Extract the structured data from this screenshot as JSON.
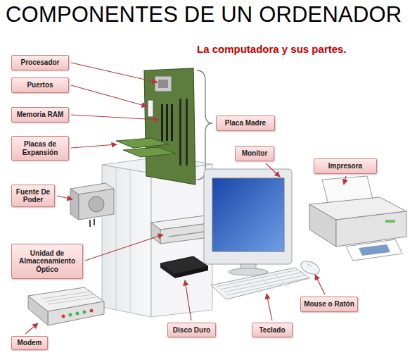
{
  "diagram": {
    "title": "COMPONENTES DE UN ORDENADOR",
    "nodes": [
      {
        "text": [
          "Procesador"
        ]
      },
      {
        "text": [
          "Puertos"
        ]
      },
      {
        "text": [
          "Memoria RAM"
        ]
      },
      {
        "text": [
          "Placas de Expansión"
        ]
      },
      {
        "text": [
          "Placa Madre"
        ]
      },
      {
        "text": [
          "Monitor"
        ]
      },
      {
        "text": [
          "Impresora"
        ]
      },
      {
        "text": [
          "Fuente De Poder"
        ]
      },
      {
        "text": [
          "Unidad de Almacenamiento Óptico"
        ]
      },
      {
        "text": [
          "Mouse o Ratón"
        ]
      },
      {
        "text": [
          "Modem"
        ]
      },
      {
        "text": [
          "Disco Duro"
        ]
      },
      {
        "text": [
          "Teclado"
        ]
      }
    ],
    "labels": [
      "La computadora y sus partes."
    ]
  }
}
